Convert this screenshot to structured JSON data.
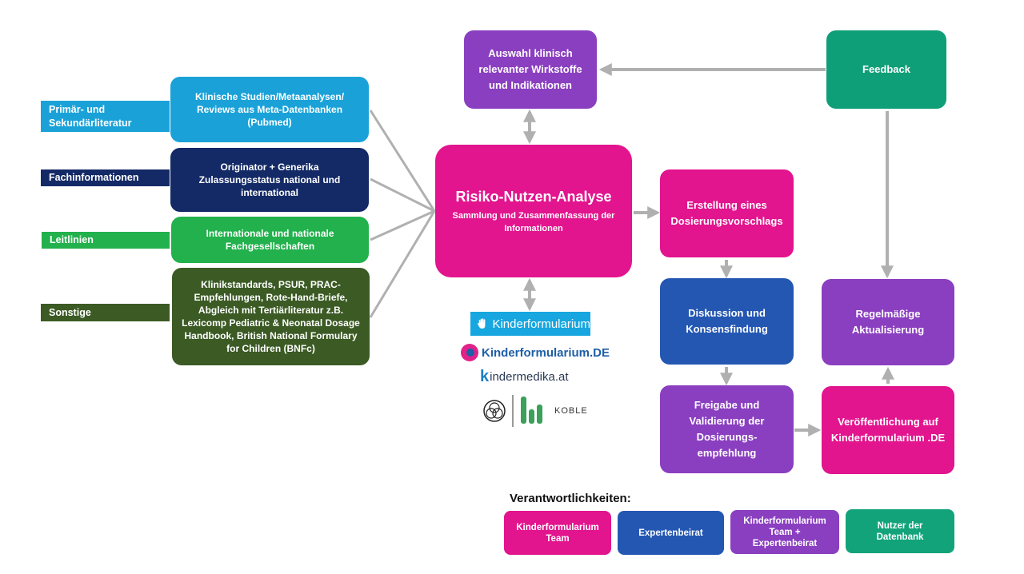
{
  "sources": {
    "tags": [
      {
        "id": "primaer",
        "label": "Primär- und Sekundärliteratur"
      },
      {
        "id": "fachinfo",
        "label": "Fachinformationen"
      },
      {
        "id": "leitlinien",
        "label": "Leitlinien"
      },
      {
        "id": "sonstige",
        "label": "Sonstige"
      }
    ],
    "boxes": [
      {
        "id": "studien",
        "text": "Klinische Studien/Metaanalysen/ Reviews aus Meta-Datenbanken (Pubmed)"
      },
      {
        "id": "originator",
        "text": "Originator + Generika Zulassungsstatus national und international"
      },
      {
        "id": "fachges",
        "text": "Internationale und nationale Fachgesellschaften"
      },
      {
        "id": "klinik",
        "text": "Klinikstandards, PSUR, PRAC-Empfehlungen, Rote-Hand-Briefe, Abgleich mit Tertiärliteratur z.B. Lexicomp Pediatric & Neonatal Dosage Handbook, British National Formulary for Children (BNFc)"
      }
    ]
  },
  "center": {
    "title": "Risiko-Nutzen-Analyse",
    "subtitle": "Sammlung und Zusammenfassung der Informationen"
  },
  "process": {
    "auswahl": "Auswahl klinisch relevanter Wirkstoffe und Indikationen",
    "feedback": "Feedback",
    "erstellung": "Erstellung eines Dosierungsvorschlags",
    "diskussion": "Diskussion und Konsensfindung",
    "freigabe": "Freigabe und Validierung der Dosierungs-empfehlung",
    "veroeffentlichung": "Veröffentlichung auf Kinderformularium .DE",
    "aktualisierung": "Regelmäßige Aktualisierung"
  },
  "logos": {
    "kinderformularium": "Kinderformularium",
    "kinderformularium_de": "Kinderformularium.DE",
    "kindermedika_letter": "k",
    "kindermedika": "indermedika.at",
    "koble": "KOBLE"
  },
  "legend": {
    "title": "Verantwortlichkeiten:",
    "items": [
      {
        "label": "Kinderformularium Team",
        "color": "#e2148e"
      },
      {
        "label": "Expertenbeirat",
        "color": "#2457b2"
      },
      {
        "label": "Kinderformularium Team + Expertenbeirat",
        "color": "#8a3fc0"
      },
      {
        "label": "Nutzer der Datenbank",
        "color": "#12a37a"
      }
    ]
  },
  "colors": {
    "pink": "#e2148e",
    "blue": "#2457b2",
    "purple": "#8a3fc0",
    "teal": "#0f9f78",
    "lightblue": "#1aa2d8",
    "navy": "#142a66",
    "green": "#22b14c",
    "darkgreen": "#3b5a24",
    "connector": "#b0b0b0"
  }
}
